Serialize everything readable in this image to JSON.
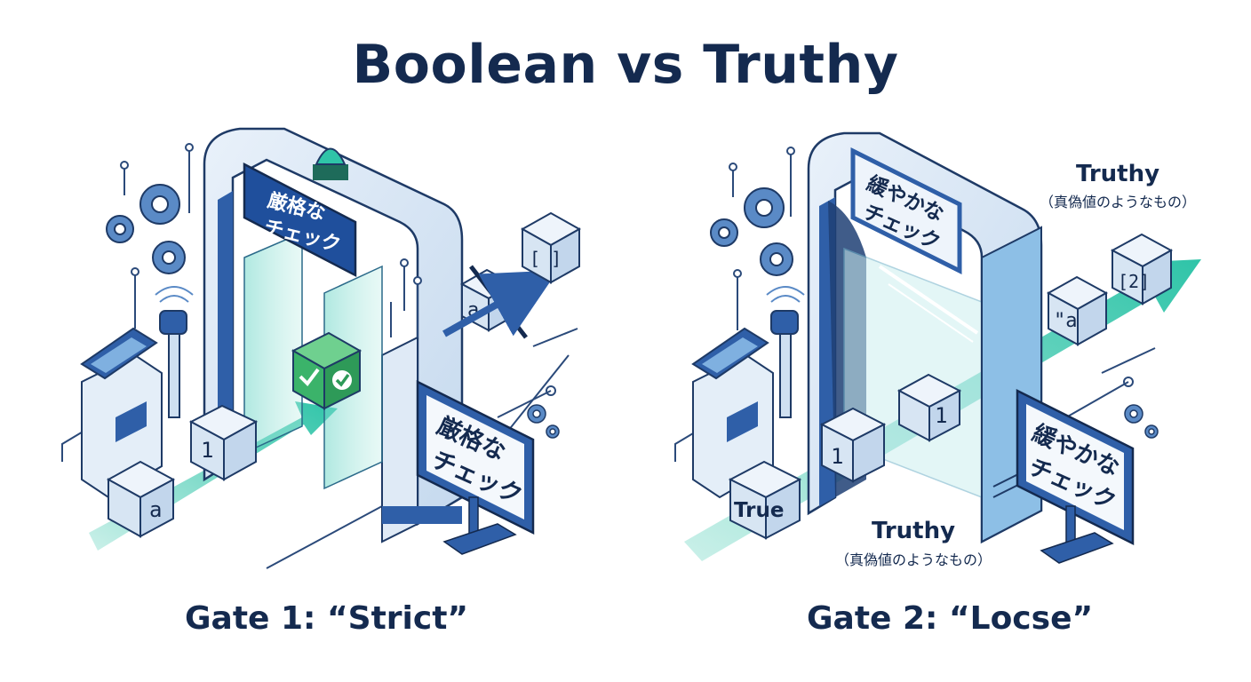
{
  "title": "Boolean vs Truthy",
  "gates": [
    {
      "caption": "Gate 1: “Strict”",
      "sign_top": [
        "厳格な",
        "チェック"
      ],
      "sign_front": [
        "厳格な",
        "チェック"
      ],
      "items": [
        "a",
        "1",
        "a",
        "[ ]"
      ]
    },
    {
      "caption": "Gate 2: “Locse”",
      "sign_top": [
        "緩やかな",
        "チェック"
      ],
      "sign_front": [
        "緩やかな",
        "チェック"
      ],
      "items": [
        "True",
        "1",
        "1",
        "\"a",
        "[2]"
      ],
      "label_right": {
        "title": "Truthy",
        "subtitle": "（真偽値のようなもの）"
      },
      "label_bottom": {
        "title": "Truthy",
        "subtitle": "（真偽値のようなもの）"
      }
    }
  ],
  "colors": {
    "navy": "#142a4f",
    "blue": "#2f5fa8",
    "gate_fill": "#dfeaf6",
    "teal": "#2fc4a8",
    "green_ok": "#3bb36a",
    "panel": "#cfe0f1"
  }
}
